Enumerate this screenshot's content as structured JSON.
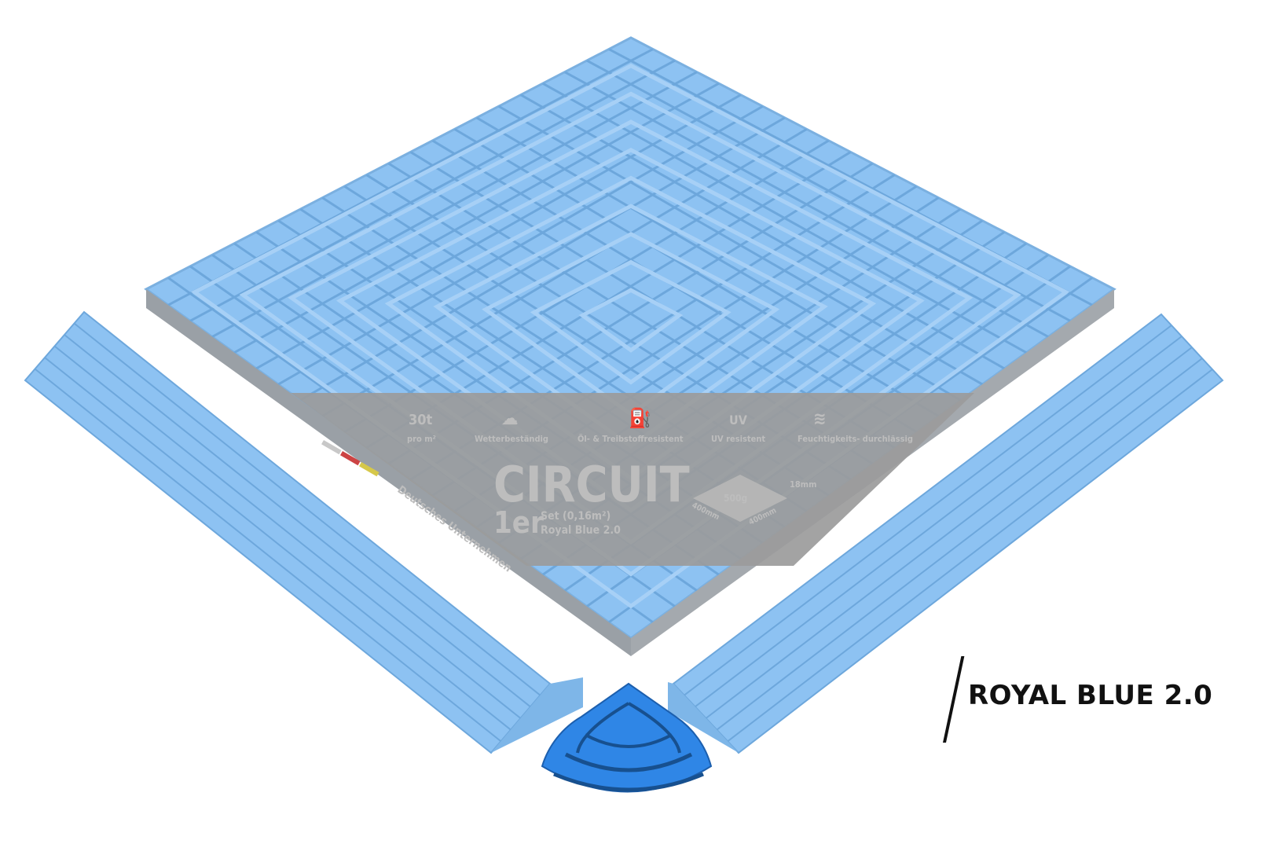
{
  "product_label": "ROYAL BLUE 2.0",
  "package": {
    "brand": "CIRCUIT",
    "count": "1er",
    "set": "Set (0,16m²)",
    "variant": "Royal Blue 2.0",
    "company": "Deutsches Unternehmen",
    "weight": "500g",
    "dim_a": "400mm",
    "dim_b": "400mm",
    "thickness": "18mm",
    "features": [
      {
        "icon": "30t",
        "label": "pro m²"
      },
      {
        "icon": "",
        "label": "Wetterbeständig"
      },
      {
        "icon": "",
        "label": "Öl- & Treibstoffresistent"
      },
      {
        "icon": "UV",
        "label": "UV resistent"
      },
      {
        "icon": "",
        "label": "Feuchtigkeits- durchlässig"
      }
    ]
  },
  "colors": {
    "tile": "#8dc2f2",
    "tile_dark": "#6da7dc",
    "corner": "#2f86e6",
    "package_grey": "#9b9b9b",
    "label_text": "#111111"
  }
}
